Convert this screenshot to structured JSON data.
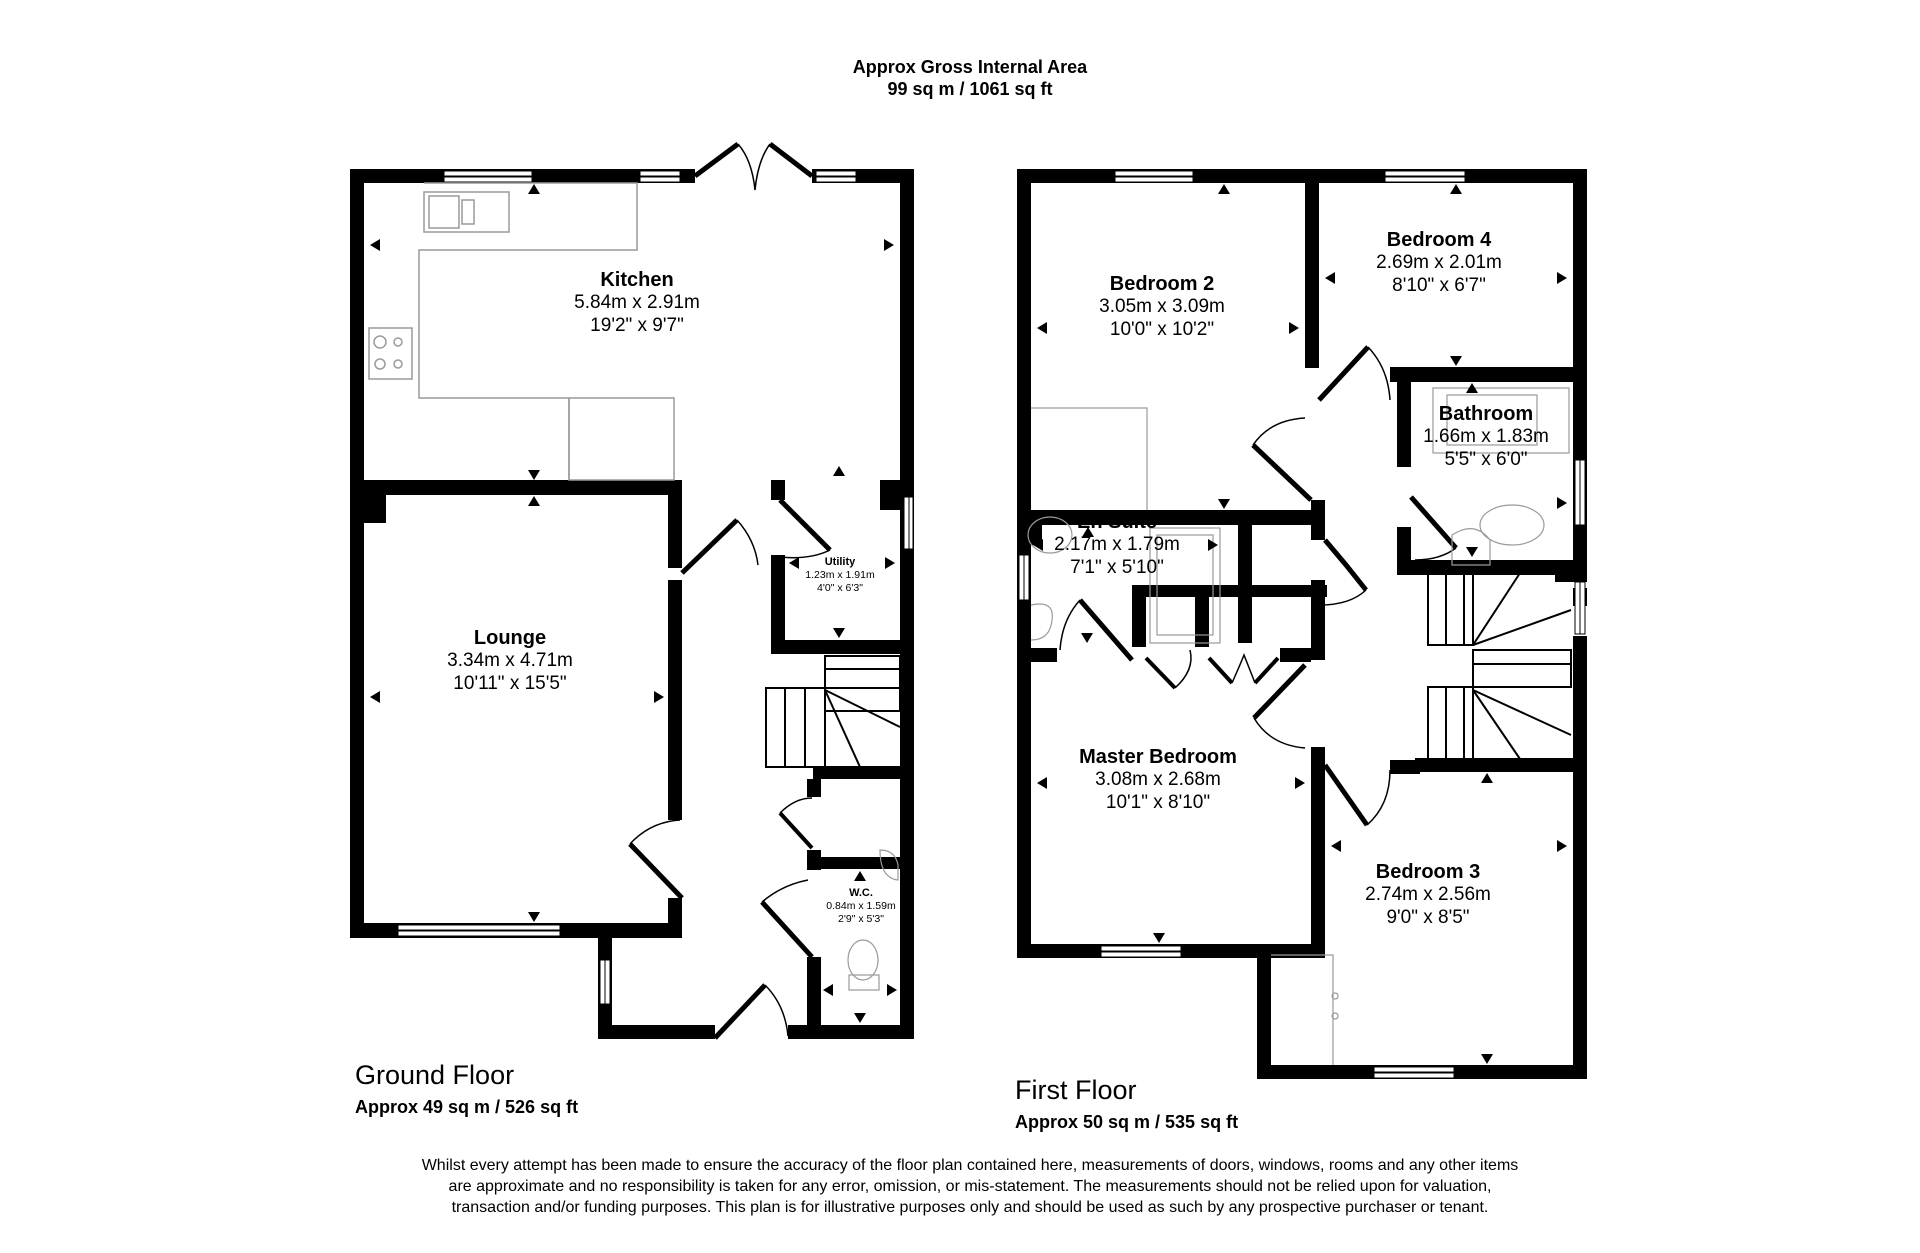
{
  "header": {
    "title": "Approx Gross Internal Area",
    "total_area": "99 sq m / 1061 sq ft"
  },
  "ground_floor": {
    "title": "Ground Floor",
    "area": "Approx 49 sq m / 526 sq ft",
    "rooms": [
      {
        "name": "Kitchen",
        "metric": "5.84m x 2.91m",
        "imperial": "19'2\" x 9'7\""
      },
      {
        "name": "Lounge",
        "metric": "3.34m x 4.71m",
        "imperial": "10'11\" x 15'5\""
      },
      {
        "name": "Utility",
        "metric": "1.23m x 1.91m",
        "imperial": "4'0\" x 6'3\""
      },
      {
        "name": "W.C.",
        "metric": "0.84m x 1.59m",
        "imperial": "2'9\" x 5'3\""
      }
    ]
  },
  "first_floor": {
    "title": "First Floor",
    "area": "Approx 50 sq m / 535 sq ft",
    "rooms": [
      {
        "name": "Bedroom 2",
        "metric": "3.05m x 3.09m",
        "imperial": "10'0\" x 10'2\""
      },
      {
        "name": "Bedroom 4",
        "metric": "2.69m x 2.01m",
        "imperial": "8'10\" x 6'7\""
      },
      {
        "name": "Bathroom",
        "metric": "1.66m x 1.83m",
        "imperial": "5'5\" x 6'0\""
      },
      {
        "name": "En Suite",
        "metric": "2.17m x 1.79m",
        "imperial": "7'1\" x 5'10\""
      },
      {
        "name": "Master Bedroom",
        "metric": "3.08m x 2.68m",
        "imperial": "10'1\" x 8'10\""
      },
      {
        "name": "Bedroom 3",
        "metric": "2.74m x 2.56m",
        "imperial": "9'0\" x 8'5\""
      }
    ]
  },
  "disclaimer": "Whilst every attempt has been made to ensure the accuracy of the floor plan contained here, measurements of doors, windows, rooms and any other items are approximate and no responsibility is taken for any error, omission, or mis-statement. The measurements should not be relied upon for valuation, transaction and/or funding purposes. This plan is for illustrative purposes only and should be used as such by any prospective purchaser or tenant.",
  "colors": {
    "wall": "#000000",
    "fixture": "#9a9a9a",
    "background": "#ffffff"
  }
}
